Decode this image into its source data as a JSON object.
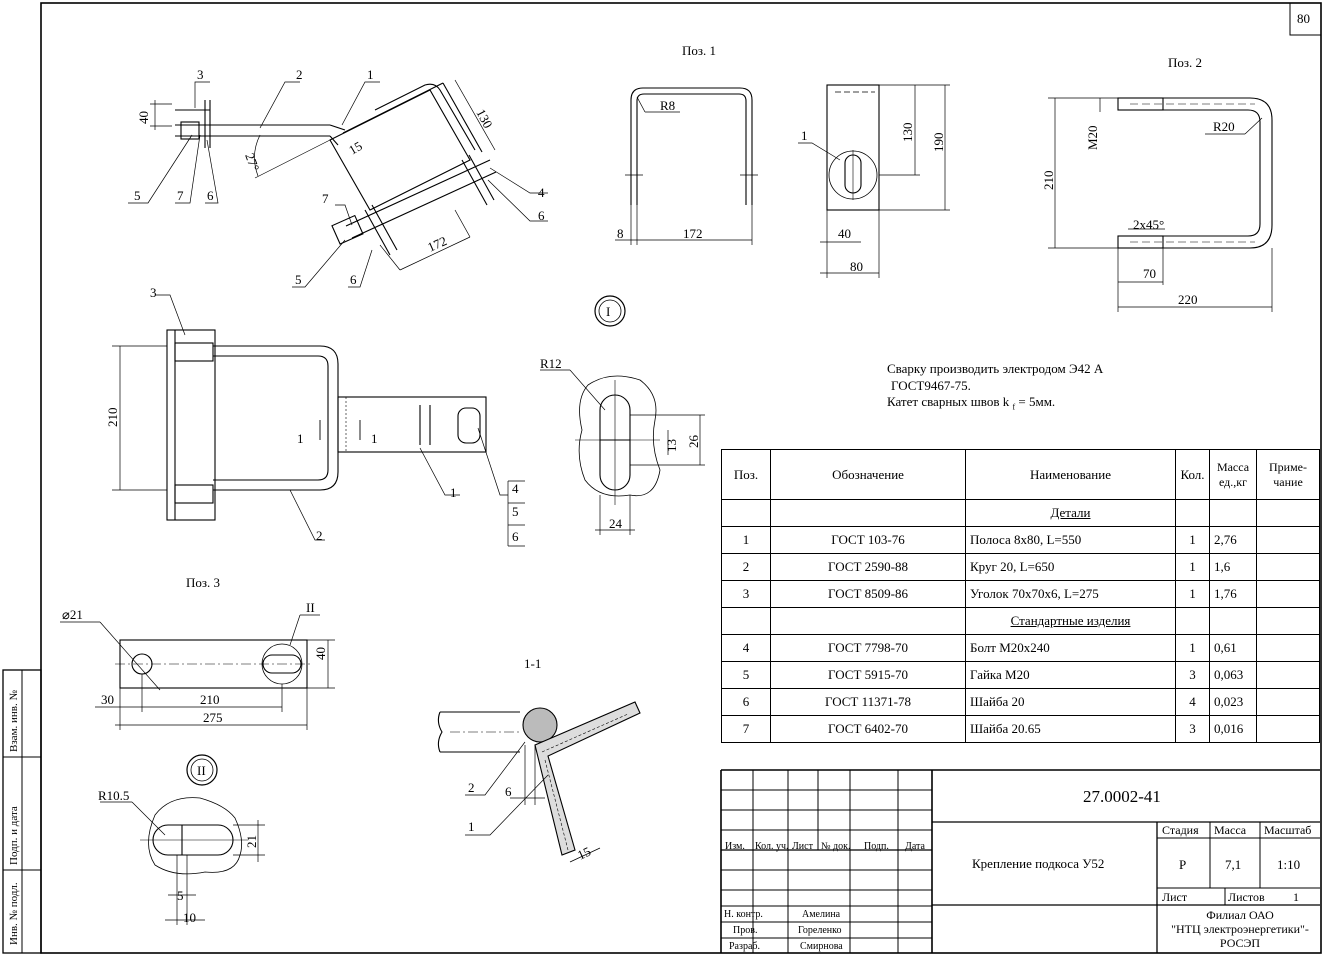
{
  "sheet_number": "80",
  "views": {
    "pos1": "Поз. 1",
    "pos2": "Поз. 2",
    "pos3": "Поз. 3",
    "detail_1": "I",
    "detail_2": "II",
    "section": "1-1"
  },
  "dimensions": {
    "main_40": "40",
    "main_27deg": "27°",
    "main_15": "15",
    "main_130": "130",
    "main_172": "172",
    "pos1_r8": "R8",
    "pos1_8": "8",
    "pos1_172": "172",
    "pos1_130": "130",
    "pos1_190": "190",
    "pos1_40": "40",
    "pos1_80": "80",
    "pos2_m20": "M20",
    "pos2_r20": "R20",
    "pos2_210": "210",
    "pos2_chamfer": "2x45°",
    "pos2_70": "70",
    "pos2_220": "220",
    "plan_210": "210",
    "det1_r12": "R12",
    "det1_13": "13",
    "det1_26": "26",
    "det1_24": "24",
    "pos3_d21": "⌀21",
    "pos3_40": "40",
    "pos3_30": "30",
    "pos3_210": "210",
    "pos3_275": "275",
    "det2_r105": "R10.5",
    "det2_21": "21",
    "det2_5": "5",
    "det2_10": "10",
    "sec_6": "6",
    "sec_15": "15"
  },
  "callouts": [
    "1",
    "2",
    "3",
    "4",
    "5",
    "6",
    "7"
  ],
  "notes": {
    "line1": "Сварку производить электродом Э42 А",
    "line2": "ГОСТ9467-75.",
    "line3": "Катет сварных швов k",
    "line3_sub": "f",
    "line3_end": " = 5мм."
  },
  "spec_table": {
    "headers": [
      "Поз.",
      "Обозначение",
      "Наименование",
      "Кол.",
      "Масса ед.,кг",
      "Приме-чание"
    ],
    "section_details": "Детали",
    "section_standard": "Стандартные изделия",
    "details": [
      {
        "pos": "1",
        "designation": "ГОСТ 103-76",
        "name": "Полоса 8x80, L=550",
        "qty": "1",
        "mass": "2,76"
      },
      {
        "pos": "2",
        "designation": "ГОСТ 2590-88",
        "name": "Круг 20, L=650",
        "qty": "1",
        "mass": "1,6"
      },
      {
        "pos": "3",
        "designation": "ГОСТ 8509-86",
        "name": "Уголок 70x70x6, L=275",
        "qty": "1",
        "mass": "1,76"
      }
    ],
    "standard": [
      {
        "pos": "4",
        "designation": "ГОСТ 7798-70",
        "name": "Болт М20x240",
        "qty": "1",
        "mass": "0,61"
      },
      {
        "pos": "5",
        "designation": "ГОСТ 5915-70",
        "name": "Гайка М20",
        "qty": "3",
        "mass": "0,063"
      },
      {
        "pos": "6",
        "designation": "ГОСТ 11371-78",
        "name": "Шайба 20",
        "qty": "4",
        "mass": "0,023"
      },
      {
        "pos": "7",
        "designation": "ГОСТ 6402-70",
        "name": "Шайба 20.65",
        "qty": "3",
        "mass": "0,016"
      }
    ]
  },
  "title_block": {
    "doc_number": "27.0002-41",
    "title": "Крепление подкоса У52",
    "cols": [
      "Изм.",
      "Кол. уч.",
      "Лист",
      "№ док.",
      "Подп.",
      "Дата"
    ],
    "stage_label": "Стадия",
    "mass_label": "Масса",
    "scale_label": "Масштаб",
    "stage": "Р",
    "mass": "7,1",
    "scale": "1:10",
    "sheet_label": "Лист",
    "sheets_label": "Листов",
    "sheets": "1",
    "roles": [
      {
        "role": "Н. контр.",
        "name": "Амелина"
      },
      {
        "role": "Пров.",
        "name": "Гореленко"
      },
      {
        "role": "Разраб.",
        "name": "Смирнова"
      }
    ],
    "org_line1": "Филиал ОАО",
    "org_line2": "\"НТЦ электроэнергетики\"-",
    "org_line3": "РОСЭП"
  },
  "side_stamp": [
    "Инв. № подл.",
    "Подп. и дата",
    "Взам. инв. №"
  ]
}
